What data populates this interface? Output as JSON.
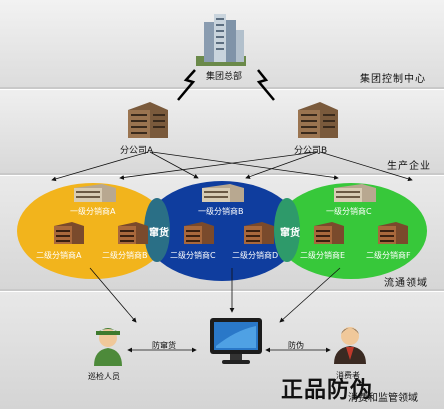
{
  "bands": {
    "group_control": "集团控制中心",
    "production": "生产企业",
    "circulation": "流通领域",
    "consumption": "消费和监管领域"
  },
  "hq": {
    "label": "集团总部"
  },
  "branches": {
    "a": "分公司A",
    "b": "分公司B"
  },
  "distributors": {
    "primary": [
      "一级分销商A",
      "一级分销商B",
      "一级分销商C"
    ],
    "secondary": [
      "二级分销商A",
      "二级分销商B",
      "二级分销商C",
      "二级分销商D",
      "二级分销商E",
      "二级分销商F"
    ]
  },
  "overlaps": {
    "left": "窜货",
    "right": "窜货"
  },
  "actors": {
    "inspector": "巡检人员",
    "consumer": "消费者",
    "anti_diversion": "防窜货",
    "anti_counterfeit": "防伪"
  },
  "footer_title": "正品防伪",
  "colors": {
    "yellow": "#f2b41c",
    "blue": "#0f3d9e",
    "green": "#37c83a",
    "teal": "#2f8c8c"
  }
}
